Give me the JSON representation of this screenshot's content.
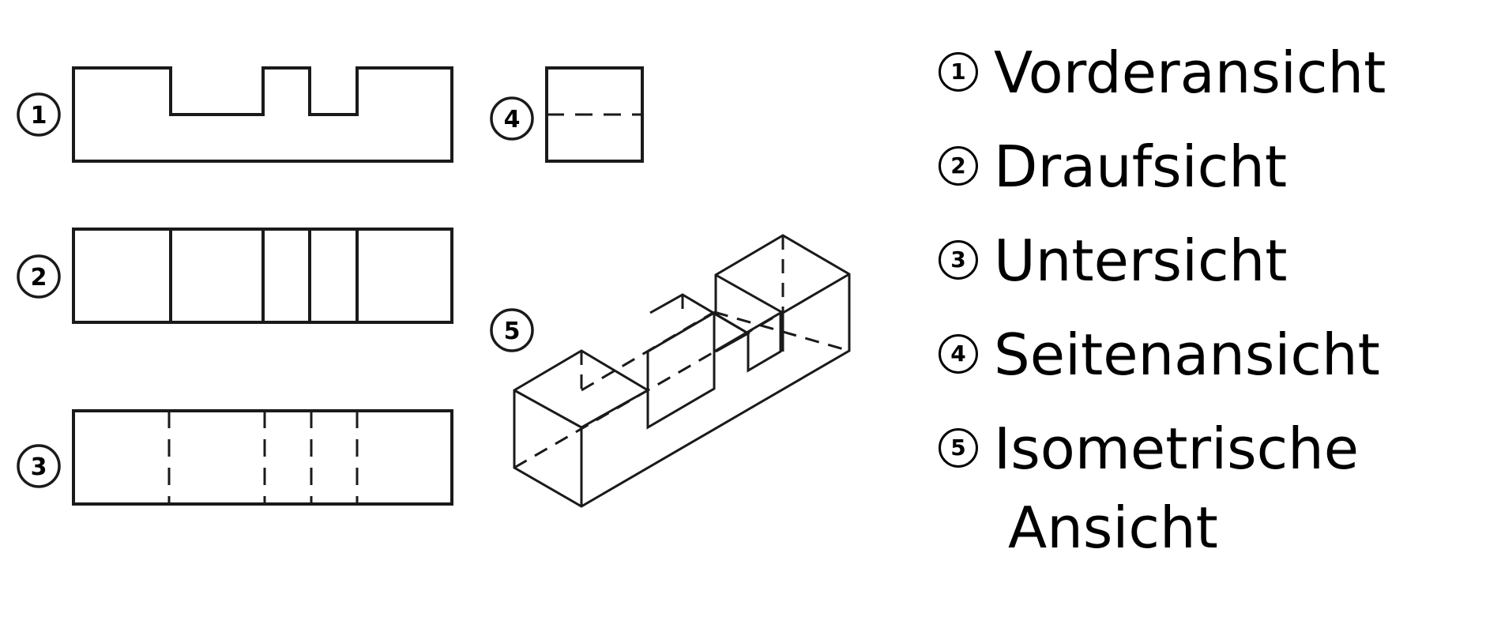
{
  "views": [
    {
      "number": "1",
      "label": "Vorderansicht"
    },
    {
      "number": "2",
      "label": "Draufsicht"
    },
    {
      "number": "3",
      "label": "Untersicht"
    },
    {
      "number": "4",
      "label": "Seitenansicht"
    },
    {
      "number": "5",
      "label_line1": "Isometrische",
      "label_line2": "Ansicht"
    }
  ],
  "colors": {
    "line": "#1a1a1a",
    "background": "#ffffff"
  }
}
